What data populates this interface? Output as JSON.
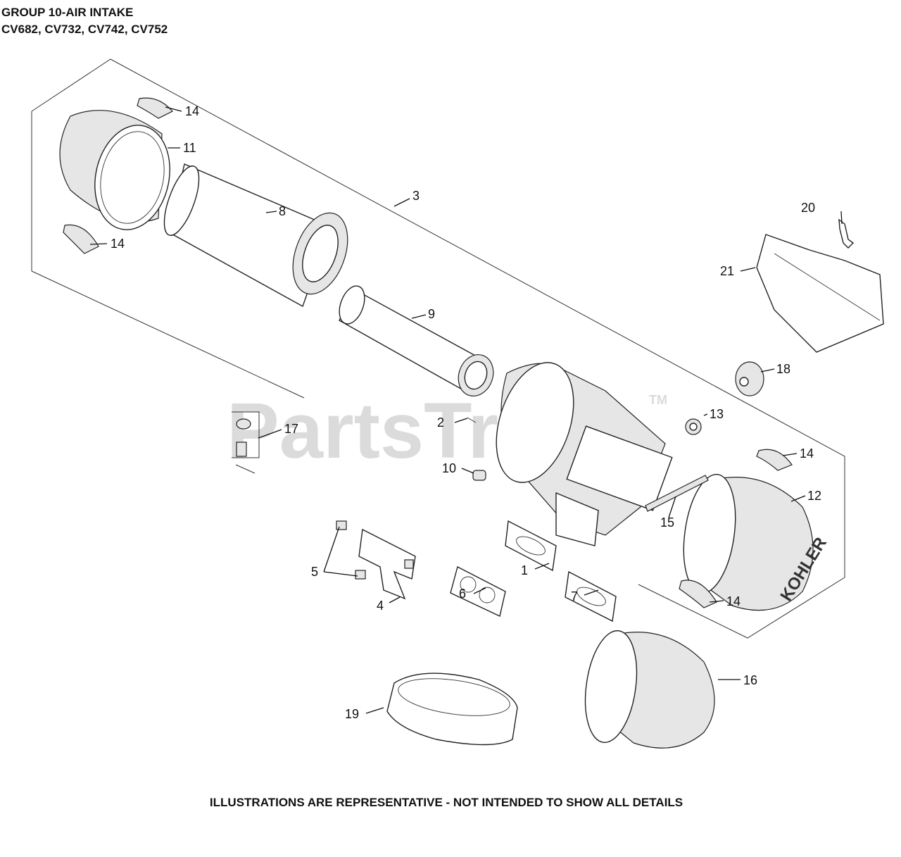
{
  "header": {
    "line1": "GROUP 10-AIR INTAKE",
    "line2": "CV682, CV732, CV742, CV752"
  },
  "footer": {
    "note": "ILLUSTRATIONS ARE REPRESENTATIVE - NOT INTENDED TO SHOW ALL DETAILS"
  },
  "watermark": {
    "text": "PartsTree",
    "tm": "TM"
  },
  "brand": {
    "logo_text": "KOHLER"
  },
  "labels": {
    "p1": "1",
    "p2": "2",
    "p3": "3",
    "p4": "4",
    "p5": "5",
    "p6": "6",
    "p7": "7",
    "p8": "8",
    "p9": "9",
    "p10": "10",
    "p11": "11",
    "p12": "12",
    "p13": "13",
    "p14a": "14",
    "p14b": "14",
    "p14c": "14",
    "p14d": "14",
    "p15": "15",
    "p16": "16",
    "p17": "17",
    "p18": "18",
    "p19": "19",
    "p20": "20",
    "p21": "21"
  }
}
